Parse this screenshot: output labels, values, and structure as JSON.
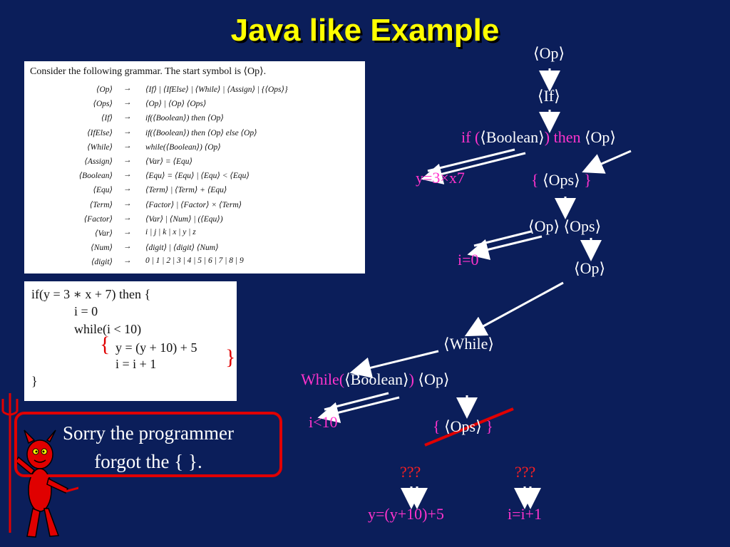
{
  "title": "Java like Example",
  "grammar": {
    "intro": "Consider the following grammar. The start symbol is ⟨Op⟩.",
    "rules": [
      {
        "lhs": "⟨Op⟩",
        "arrow": "→",
        "rhs": "⟨If⟩ | ⟨IfElse⟩ | ⟨While⟩ | ⟨Assign⟩ | {⟨Ops⟩}"
      },
      {
        "lhs": "⟨Ops⟩",
        "arrow": "→",
        "rhs": "⟨Op⟩ | ⟨Op⟩ ⟨Ops⟩"
      },
      {
        "lhs": "⟨If⟩",
        "arrow": "→",
        "rhs": "if(⟨Boolean⟩) then ⟨Op⟩"
      },
      {
        "lhs": "⟨IfElse⟩",
        "arrow": "→",
        "rhs": "if(⟨Boolean⟩) then ⟨Op⟩ else ⟨Op⟩"
      },
      {
        "lhs": "⟨While⟩",
        "arrow": "→",
        "rhs": "while(⟨Boolean⟩) ⟨Op⟩"
      },
      {
        "lhs": "⟨Assign⟩",
        "arrow": "→",
        "rhs": "⟨Var⟩ = ⟨Equ⟩"
      },
      {
        "lhs": "⟨Boolean⟩",
        "arrow": "→",
        "rhs": "⟨Equ⟩ = ⟨Equ⟩ | ⟨Equ⟩ < ⟨Equ⟩"
      },
      {
        "lhs": "⟨Equ⟩",
        "arrow": "→",
        "rhs": "⟨Term⟩ | ⟨Term⟩ + ⟨Equ⟩"
      },
      {
        "lhs": "⟨Term⟩",
        "arrow": "→",
        "rhs": "⟨Factor⟩ | ⟨Factor⟩ × ⟨Term⟩"
      },
      {
        "lhs": "⟨Factor⟩",
        "arrow": "→",
        "rhs": "⟨Var⟩ | ⟨Num⟩ | (⟨Equ⟩)"
      },
      {
        "lhs": "⟨Var⟩",
        "arrow": "→",
        "rhs": "i | j | k | x | y | z"
      },
      {
        "lhs": "⟨Num⟩",
        "arrow": "→",
        "rhs": "⟨digit⟩ | ⟨digit⟩ ⟨Num⟩"
      },
      {
        "lhs": "⟨digit⟩",
        "arrow": "→",
        "rhs": "0 | 1 | 2 | 3 | 4 | 5 | 6 | 7 | 8 | 9"
      }
    ]
  },
  "code": {
    "line1": "if(y = 3 ∗ x + 7) then {",
    "line2": "i = 0",
    "line3": "while(i < 10)",
    "line4": "y = (y + 10) + 5",
    "line5": "i = i + 1",
    "line6": "}",
    "brace_open": "{",
    "brace_close": "}"
  },
  "tree": {
    "op1": "⟨Op⟩",
    "if": "⟨If⟩",
    "if_kw": "if (",
    "boolean": "⟨Boolean⟩",
    "then_kw": ") then ",
    "op_after_then": "⟨Op⟩",
    "y_assign": "y=3×x7",
    "ops_block_open": "{ ",
    "ops_block_ops": "⟨Ops⟩",
    "ops_block_close": " }",
    "op_ops": "⟨Op⟩ ⟨Ops⟩",
    "i_assign": "i=0",
    "op2": "⟨Op⟩",
    "while": "⟨While⟩",
    "while_kw": "While(",
    "while_boolean": "⟨Boolean⟩",
    "while_close": ")",
    "while_op": " ⟨Op⟩",
    "cond": "i<10",
    "crossed_open": "{ ",
    "crossed_ops": "⟨Ops⟩",
    "crossed_close": " }",
    "q1": "???",
    "q2": "???",
    "leaf1": "y=(y+10)+5",
    "leaf2": "i=i+1"
  },
  "callout": {
    "line1": "Sorry the programmer",
    "line2": "forgot the { }."
  },
  "colors": {
    "background": "#0b1e5a",
    "title": "#ffff00",
    "terminal": "#ff33cc",
    "alert": "#e00000"
  }
}
